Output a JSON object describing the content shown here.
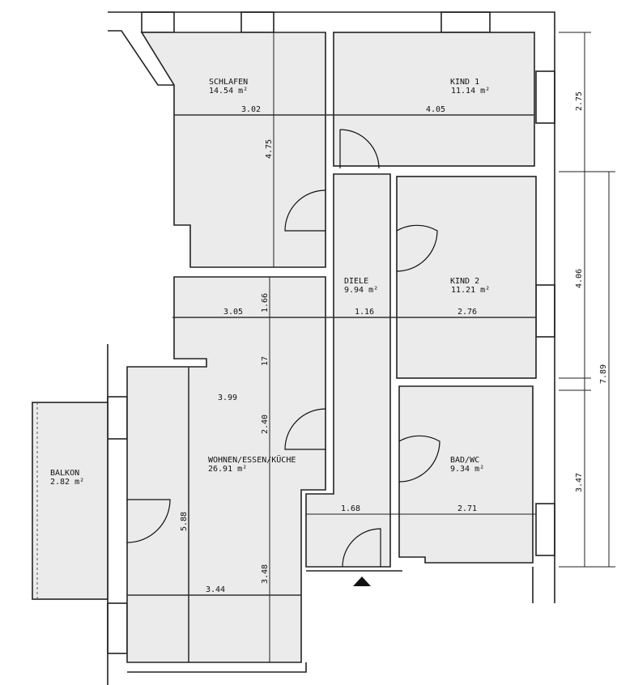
{
  "title": "Floor plan",
  "rooms": {
    "schlafen": {
      "name": "SCHLAFEN",
      "area": "14.54  m²"
    },
    "kind1": {
      "name": "KIND  1",
      "area": "11.14  m²"
    },
    "diele": {
      "name": "DIELE",
      "area": "9.94  m²"
    },
    "kind2": {
      "name": "KIND  2",
      "area": "11.21  m²"
    },
    "wohnen": {
      "name": "WOHNEN/ESSEN/KÜCHE",
      "area": "26.91  m²"
    },
    "bad": {
      "name": "BAD/WC",
      "area": "9.34  m²"
    },
    "balkon": {
      "name": "BALKON",
      "area": "2.82  m²"
    }
  },
  "dimensions": {
    "schlafen_width": "3.02",
    "schlafen_depth": "4.75",
    "kind1_width": "4.05",
    "closet_width": "3.05",
    "closet_depth": "1.66",
    "diele_width": "1.16",
    "kind2_width": "2.76",
    "opening": "17",
    "wohnen_label": "3.99",
    "wohnen_upper": "2.40",
    "wohnen_depth": "5.88",
    "wohnen_lower": "3.48",
    "wohnen_width": "3.44",
    "hall_width": "1.68",
    "bad_width": "2.71",
    "right_1": "2.75",
    "right_2": "4.06",
    "right_3": "3.47",
    "right_total": "7.89"
  }
}
